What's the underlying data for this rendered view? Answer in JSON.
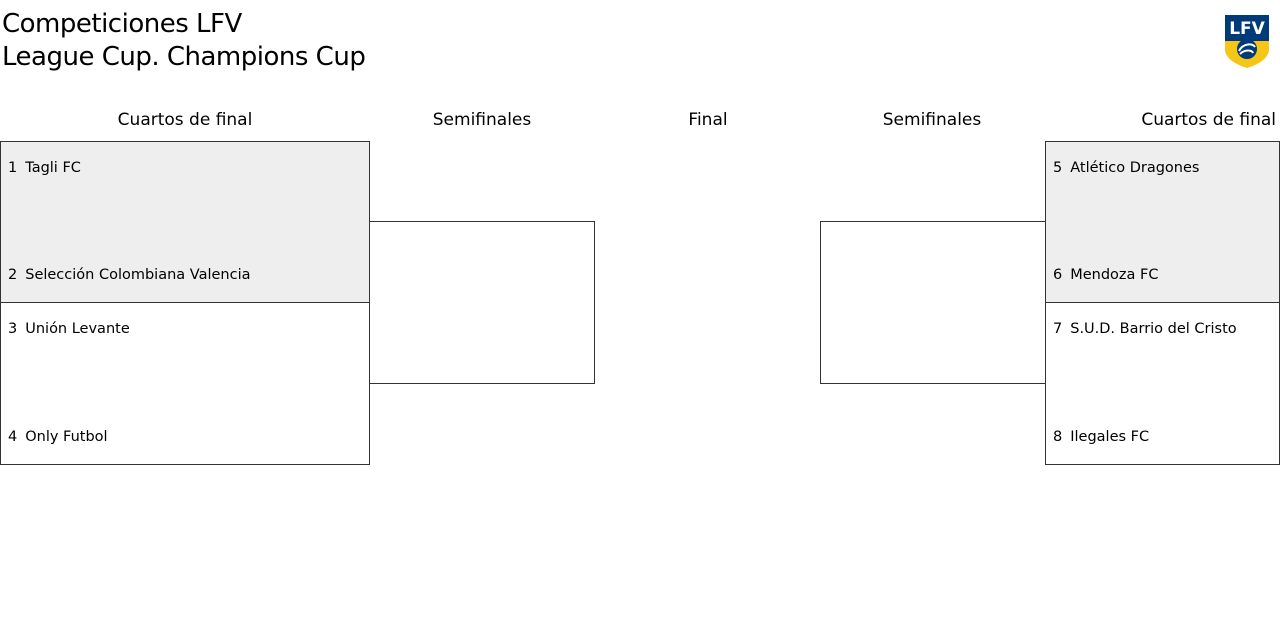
{
  "header": {
    "title_line1": "Competiciones LFV",
    "title_line2": "League Cup. Champions Cup",
    "logo_text": "LFV"
  },
  "rounds": [
    "Cuartos de final",
    "Semifinales",
    "Final",
    "Semifinales",
    "Cuartos de final"
  ],
  "left_quarterfinals": [
    {
      "teams": [
        {
          "seed": "1",
          "name": "Tagli FC"
        },
        {
          "seed": "2",
          "name": "Selección Colombiana Valencia"
        }
      ]
    },
    {
      "teams": [
        {
          "seed": "3",
          "name": "Unión Levante"
        },
        {
          "seed": "4",
          "name": "Only Futbol"
        }
      ]
    }
  ],
  "right_quarterfinals": [
    {
      "teams": [
        {
          "seed": "5",
          "name": "Atlético Dragones"
        },
        {
          "seed": "6",
          "name": "Mendoza FC"
        }
      ]
    },
    {
      "teams": [
        {
          "seed": "7",
          "name": "S.U.D. Barrio del Cristo"
        },
        {
          "seed": "8",
          "name": "Ilegales FC"
        }
      ]
    }
  ],
  "colors": {
    "logo_blue": "#003a78",
    "logo_yellow": "#f5c518",
    "match_highlight": "#eeeeee"
  }
}
